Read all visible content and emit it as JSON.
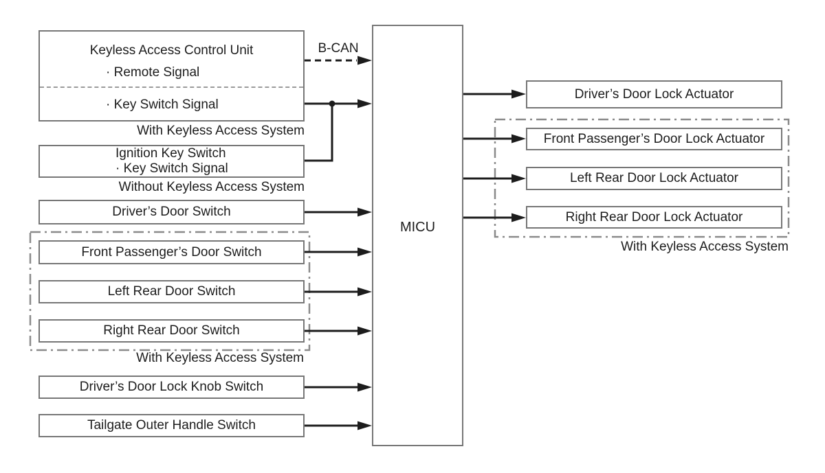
{
  "diagram": {
    "center_unit": "MICU",
    "bus_label": "B-CAN",
    "left": {
      "keyless_unit": {
        "title": "Keyless Access Control Unit",
        "signal_remote": "· Remote Signal",
        "signal_key": "· Key Switch Signal",
        "caption": "With Keyless Access System"
      },
      "ignition": {
        "title": "Ignition Key Switch",
        "signal_key": "· Key Switch Signal",
        "caption": "Without Keyless Access System"
      },
      "drivers_door_switch": "Driver’s Door Switch",
      "keyless_group": {
        "items": [
          "Front Passenger’s Door Switch",
          "Left Rear Door Switch",
          "Right Rear Door Switch"
        ],
        "caption": "With Keyless Access System"
      },
      "knob_switch": "Driver’s Door Lock Knob Switch",
      "tailgate_switch": "Tailgate Outer Handle Switch"
    },
    "right": {
      "drivers_actuator": "Driver’s Door Lock Actuator",
      "keyless_group": {
        "items": [
          "Front Passenger’s Door Lock Actuator",
          "Left Rear Door Lock Actuator",
          "Right Rear Door Lock Actuator"
        ],
        "caption": "With Keyless Access System"
      }
    }
  }
}
